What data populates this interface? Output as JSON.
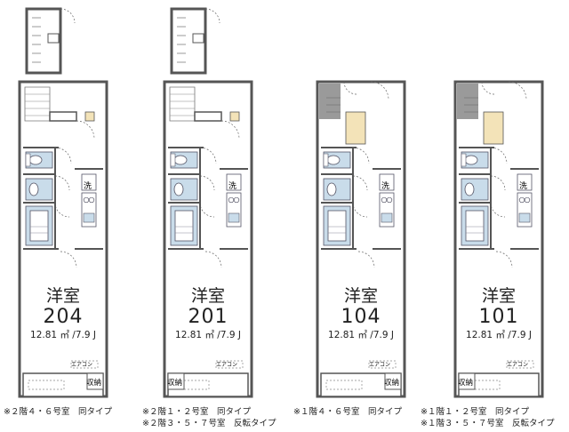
{
  "units": [
    {
      "room_type": "洋室",
      "room_number": "204",
      "area": "12.81 ㎡ /7.9 J",
      "wash_label": "洗",
      "storage_label": "収納",
      "aircon_label": "エアコン",
      "notes": [
        "※２階４・６号室　同タイプ"
      ]
    },
    {
      "room_type": "洋室",
      "room_number": "201",
      "area": "12.81 ㎡ /7.9 J",
      "wash_label": "洗",
      "storage_label": "収納",
      "aircon_label": "エアコン",
      "notes": [
        "※２階１・２号室　同タイプ",
        "※２階３・５・７号室　反転タイプ"
      ]
    },
    {
      "room_type": "洋室",
      "room_number": "104",
      "area": "12.81 ㎡ /7.9 J",
      "wash_label": "洗",
      "storage_label": "収納",
      "aircon_label": "エアコン",
      "notes": [
        "※１階４・６号室　同タイプ"
      ]
    },
    {
      "room_type": "洋室",
      "room_number": "101",
      "area": "12.81 ㎡ /7.9 J",
      "wash_label": "洗",
      "storage_label": "収納",
      "aircon_label": "エアコン",
      "notes": [
        "※１階１・２号室　同タイプ",
        "※１階３・５・７号室　反転タイプ"
      ]
    }
  ],
  "colors": {
    "wall": "#555555",
    "fixture": "#c9dcea",
    "stair_gray": "#9a9a9a",
    "loft": "#f3e3b8"
  }
}
